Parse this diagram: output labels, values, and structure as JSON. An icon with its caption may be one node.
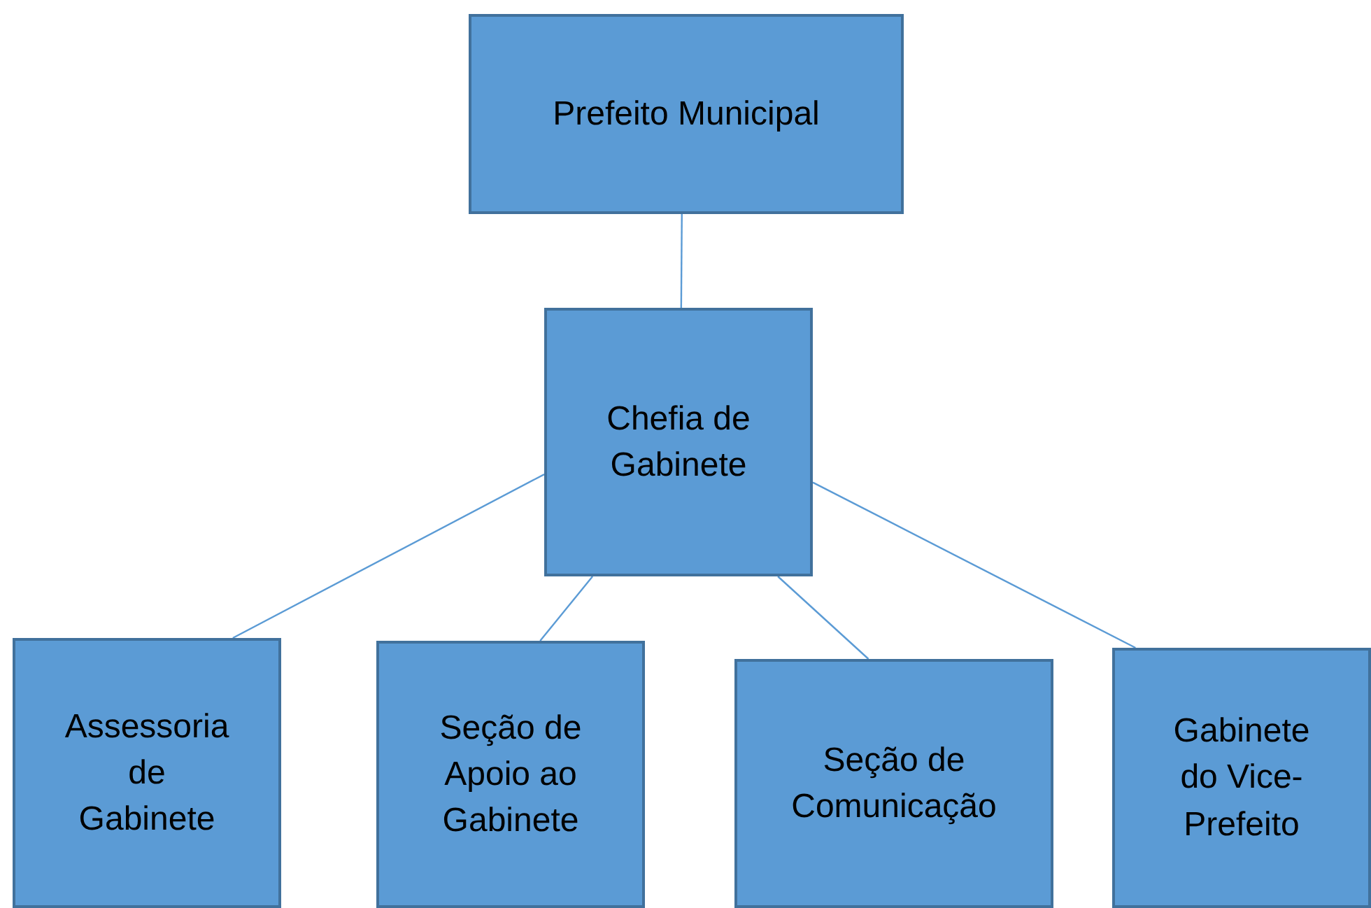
{
  "diagram": {
    "nodes": [
      {
        "text": [
          "Prefeito Municipal"
        ]
      },
      {
        "text": [
          "Chefia de Gabinete"
        ]
      },
      {
        "text": [
          "Assessoria de Gabinete"
        ]
      },
      {
        "text": [
          "Seção de Apoio ao Gabinete"
        ]
      },
      {
        "text": [
          "Seção de Comunicação"
        ]
      },
      {
        "text": [
          "Gabinete do Vice-Prefeito"
        ]
      }
    ],
    "edges": [
      {
        "from": 0,
        "to": 1,
        "arrow": "none"
      },
      {
        "from": 1,
        "to": 2,
        "arrow": "none"
      },
      {
        "from": 1,
        "to": 3,
        "arrow": "none"
      },
      {
        "from": 1,
        "to": 4,
        "arrow": "none"
      },
      {
        "from": 1,
        "to": 5,
        "arrow": "none"
      }
    ]
  }
}
